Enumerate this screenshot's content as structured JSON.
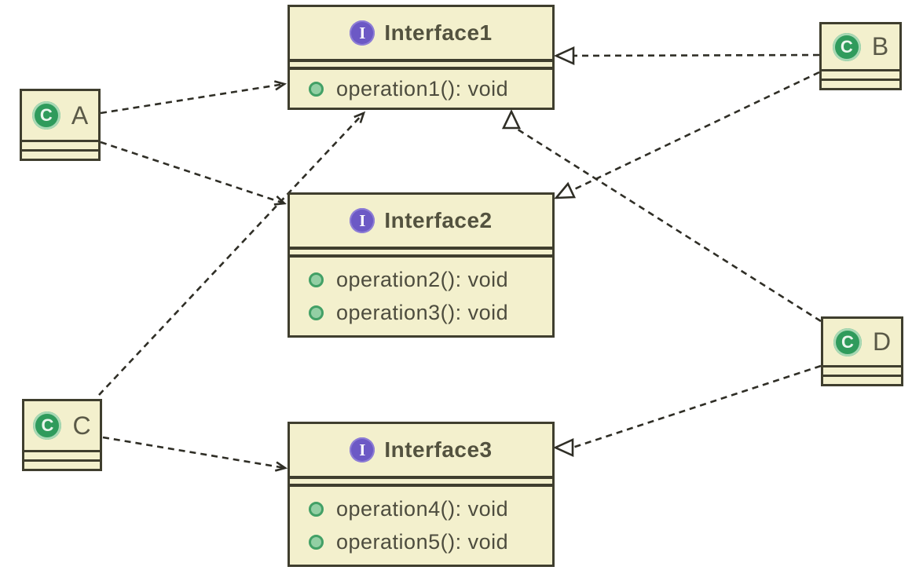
{
  "diagram": {
    "kind": "uml-class-diagram",
    "icons": {
      "interface_glyph": "I",
      "class_glyph": "C",
      "interface_icon_color": "#6c59c5",
      "class_icon_color": "#2f9b5c",
      "operation_icon_color": "#42a066"
    },
    "colors": {
      "node_fill": "#f3f0cd",
      "node_border": "#3f3e2e",
      "connector": "#2f2e26",
      "text": "#53523f",
      "background": "#ffffff"
    },
    "interfaces": [
      {
        "name": "Interface1",
        "operations": [
          "operation1(): void"
        ]
      },
      {
        "name": "Interface2",
        "operations": [
          "operation2(): void",
          "operation3(): void"
        ]
      },
      {
        "name": "Interface3",
        "operations": [
          "operation4(): void",
          "operation5(): void"
        ]
      }
    ],
    "classes": [
      {
        "name": "A"
      },
      {
        "name": "B"
      },
      {
        "name": "C"
      },
      {
        "name": "D"
      }
    ],
    "relationships": [
      {
        "from": "A",
        "to": "Interface1",
        "type": "dependency"
      },
      {
        "from": "A",
        "to": "Interface2",
        "type": "dependency"
      },
      {
        "from": "C",
        "to": "Interface1",
        "type": "dependency"
      },
      {
        "from": "C",
        "to": "Interface3",
        "type": "dependency"
      },
      {
        "from": "B",
        "to": "Interface1",
        "type": "realization"
      },
      {
        "from": "B",
        "to": "Interface2",
        "type": "realization"
      },
      {
        "from": "D",
        "to": "Interface1",
        "type": "realization"
      },
      {
        "from": "D",
        "to": "Interface3",
        "type": "realization"
      }
    ]
  }
}
